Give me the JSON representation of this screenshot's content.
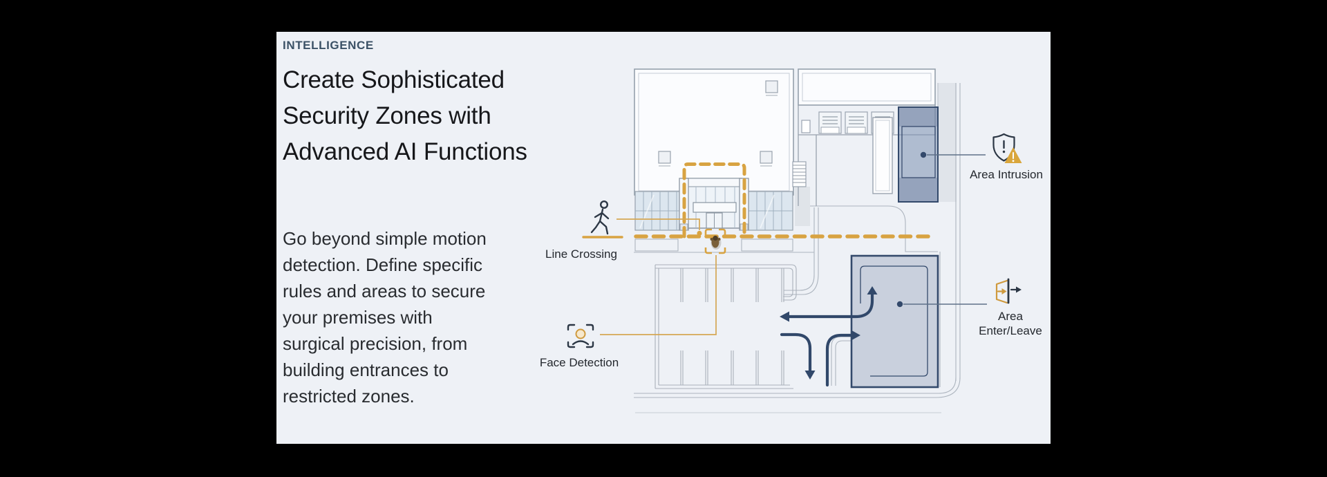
{
  "page": {
    "background_color": "#000000"
  },
  "panel": {
    "background_color": "#eef1f6"
  },
  "content": {
    "eyebrow": "INTELLIGENCE",
    "heading": "Create Sophisticated Security Zones with Advanced AI Functions",
    "heading_lines": [
      "Create Sophisticated",
      "Security Zones with",
      "Advanced AI Functions"
    ],
    "body": "Go beyond simple motion detection. Define specific rules and areas to secure your premises with surgical precision, from building entrances to restricted zones."
  },
  "diagram": {
    "type": "annotated-floor-plan",
    "annotations": [
      {
        "id": "line-crossing",
        "icon": "walking-person-icon",
        "label": "Line Crossing",
        "accent": "#d8a342"
      },
      {
        "id": "face-detection",
        "icon": "face-scan-icon",
        "label": "Face Detection",
        "accent": "#d8a342"
      },
      {
        "id": "area-intrusion",
        "icon": "shield-alert-icon",
        "label": "Area Intrusion",
        "accent": "#33496b"
      },
      {
        "id": "area-enter-leave",
        "icon": "door-arrow-icon",
        "label": "Area Enter/Leave",
        "label_lines": [
          "Area",
          "Enter/Leave"
        ],
        "accent": "#33496b"
      }
    ],
    "colors": {
      "zone_dashed_gold": "#d8a342",
      "navy": "#33496b",
      "icon_stroke": "#2c3745",
      "wall_line": "#98a2ad",
      "glass_fill": "#dce6ef",
      "intrusion_zone_fill": "#7c8fb0",
      "enter_leave_zone_fill": "#96a3b9",
      "pavement_fill": "#e0e4ea"
    }
  }
}
